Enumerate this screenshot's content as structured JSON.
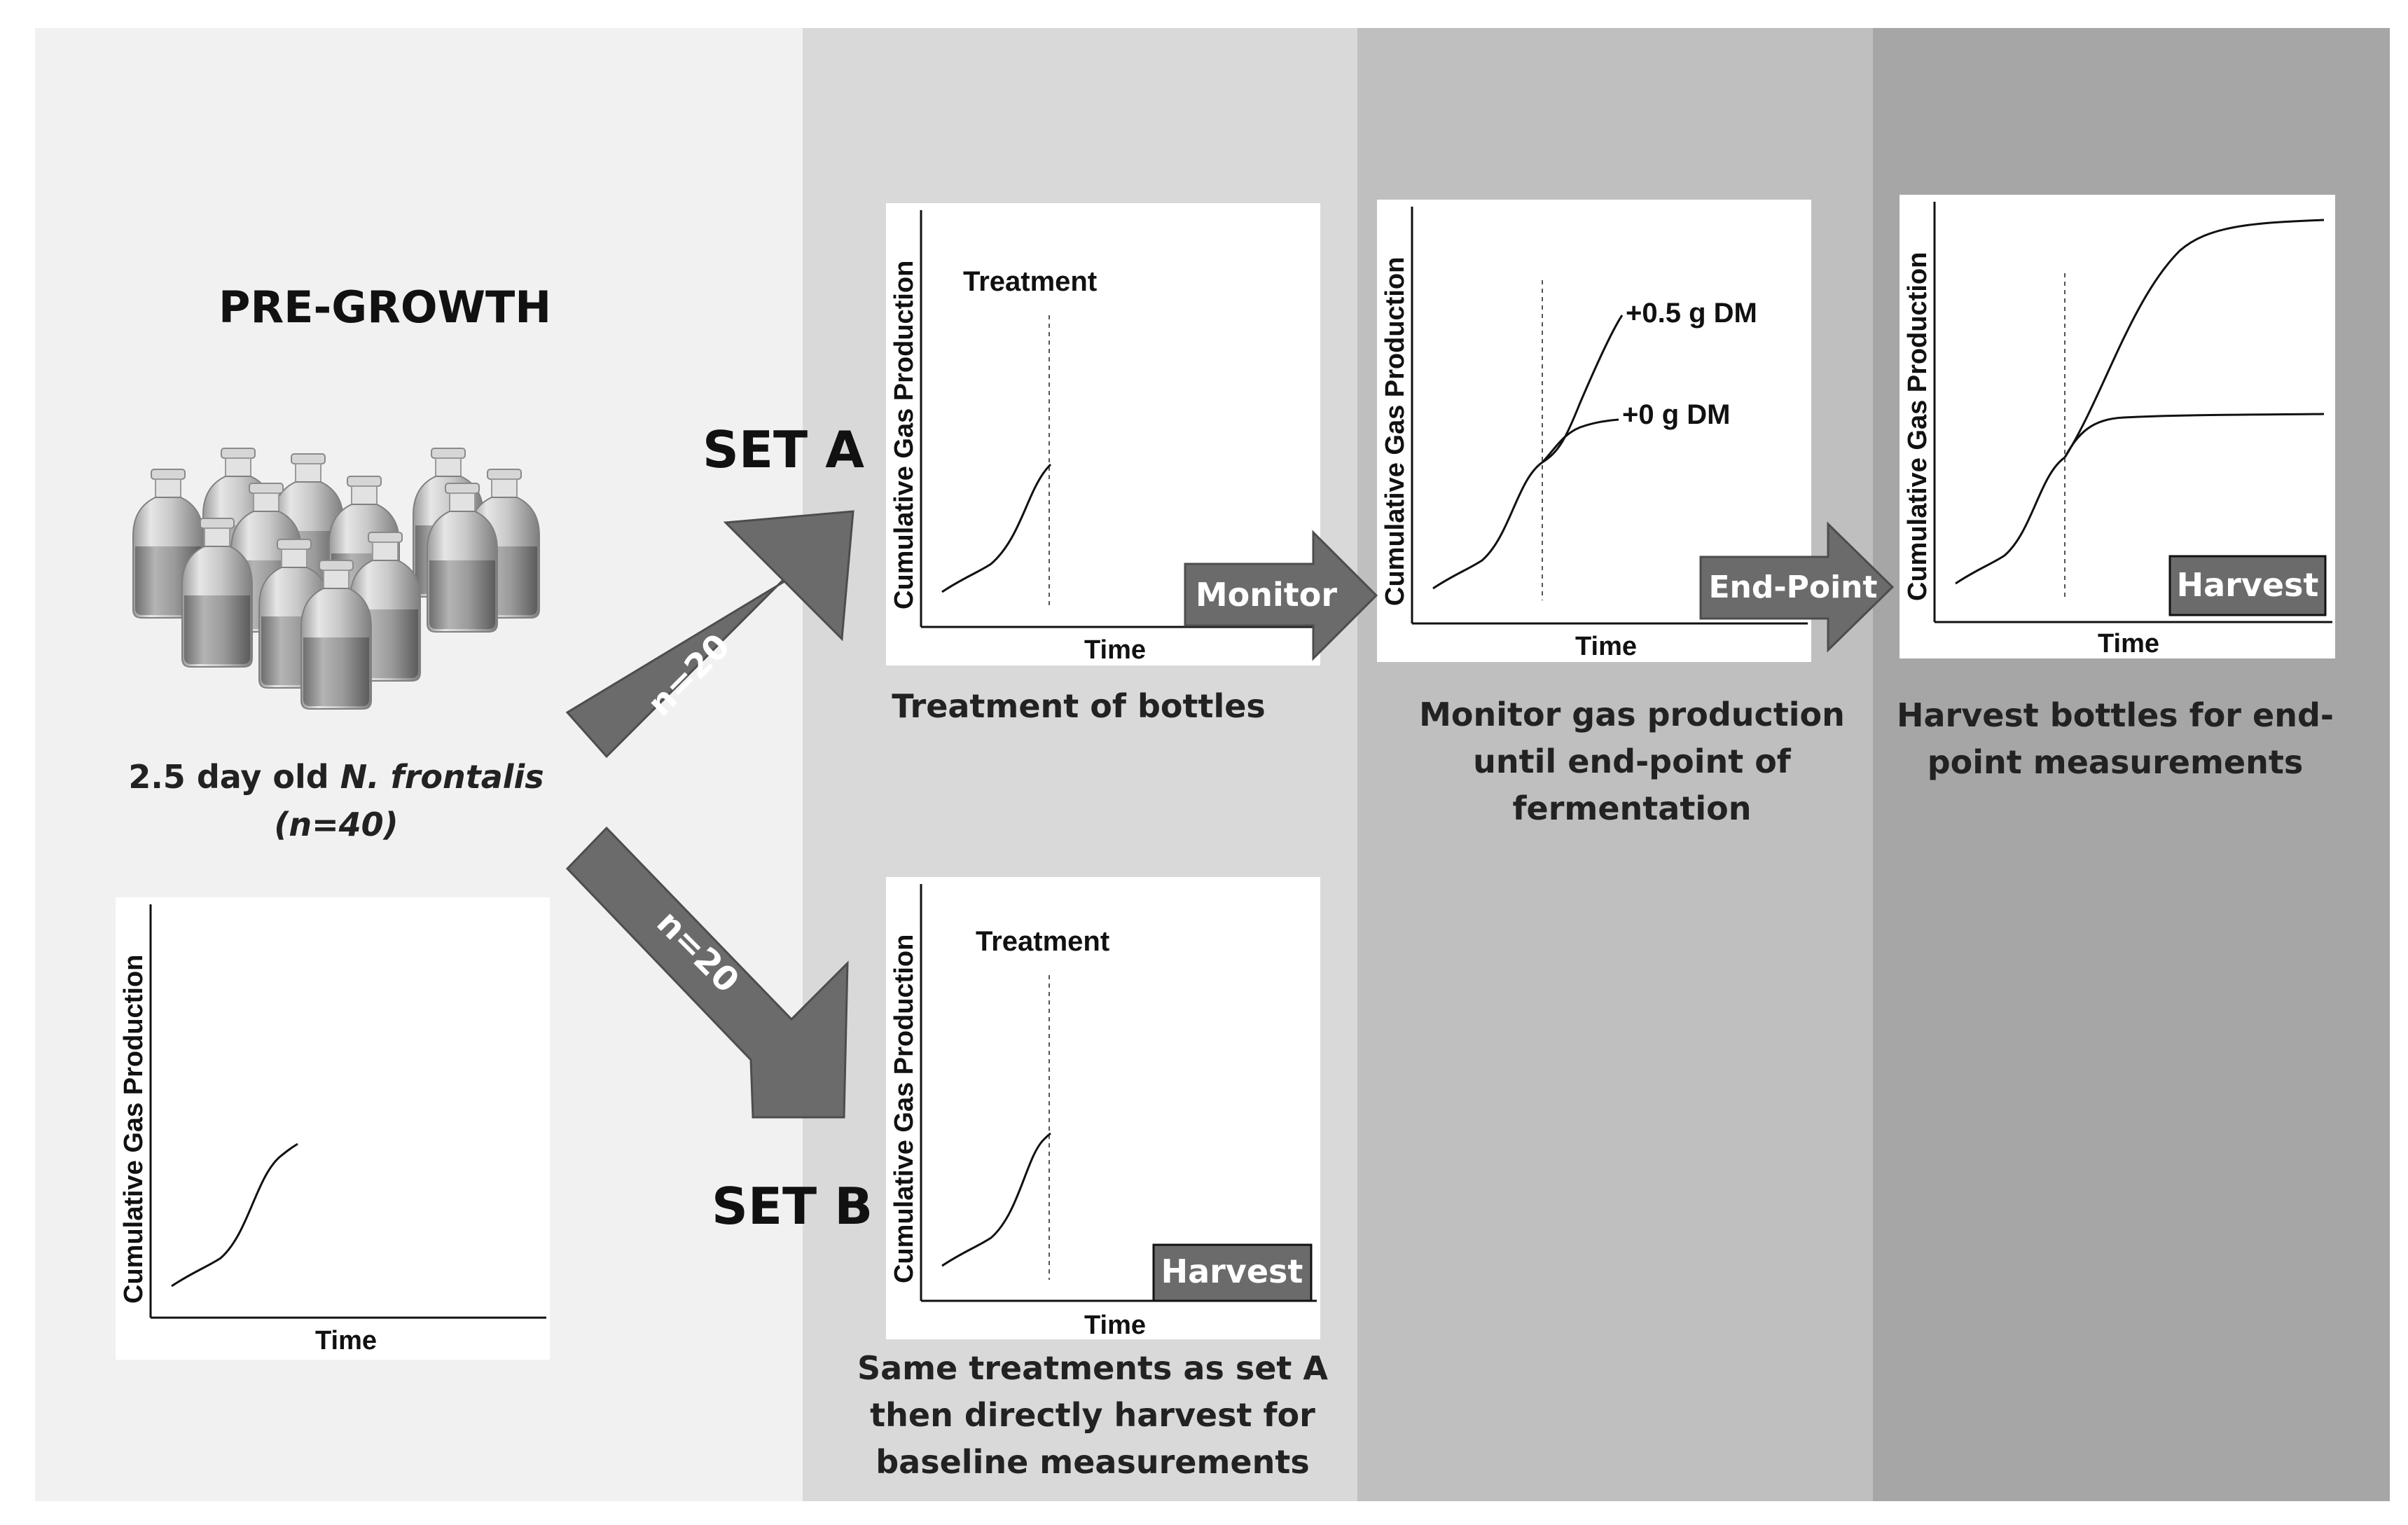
{
  "stages": {
    "pregrowth": {
      "title": "PRE-GROWTH",
      "caption_prefix": "2.5 day old ",
      "caption_species": "N. frontalis",
      "caption_n": "(n=40)"
    },
    "set_a": {
      "label": "SET A",
      "arrow_label": "n=20"
    },
    "set_b": {
      "label": "SET B",
      "arrow_label": "n=20"
    }
  },
  "axis": {
    "y_label": "Cumulative Gas Production",
    "x_label": "Time"
  },
  "annotations": {
    "treatment": "Treatment",
    "dm_high": "+0.5 g DM",
    "dm_zero": "+0 g DM"
  },
  "step_arrows": {
    "monitor": "Monitor",
    "endpoint": "End-Point"
  },
  "badges": {
    "harvest": "Harvest"
  },
  "captions": {
    "treatment": "Treatment of bottles",
    "monitor": [
      "Monitor gas production",
      "until end-point of",
      "fermentation"
    ],
    "harvest": [
      "Harvest bottles for end-",
      "point measurements"
    ],
    "set_b": [
      "Same treatments as set A",
      "then directly harvest for",
      "baseline measurements"
    ]
  },
  "colors": {
    "band_1": "#f1f1f1",
    "band_2": "#d9d9d9",
    "band_3": "#bfbfbf",
    "band_4": "#a6a6a6",
    "arrow_fill": "#6b6b6b",
    "badge_fill": "#6b6b6b"
  }
}
